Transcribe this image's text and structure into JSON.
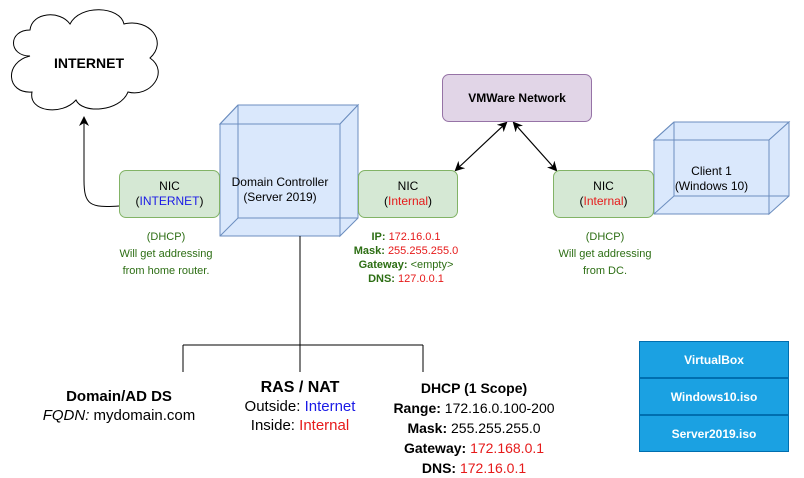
{
  "internet": {
    "label": "INTERNET"
  },
  "vmware": {
    "label": "VMWare Network"
  },
  "domain_controller": {
    "line1": "Domain Controller",
    "line2": "(Server 2019)"
  },
  "client": {
    "line1": "Client 1",
    "line2": "(Windows 10)"
  },
  "nic_internet": {
    "label": "NIC",
    "open": "(",
    "type": "INTERNET",
    "close": ")"
  },
  "nic_dc_internal": {
    "label": "NIC",
    "open": "(",
    "type": "Internal",
    "close": ")"
  },
  "nic_client_internal": {
    "label": "NIC",
    "open": "(",
    "type": "Internal",
    "close": ")"
  },
  "note_internet": {
    "line1": "(DHCP)",
    "line2": "Will get addressing",
    "line3": "from home router."
  },
  "note_client": {
    "line1": "(DHCP)",
    "line2": "Will get addressing",
    "line3": "from DC."
  },
  "dc_ip": {
    "ip_label": "IP:",
    "ip_value": "172.16.0.1",
    "mask_label": "Mask:",
    "mask_value": "255.255.255.0",
    "gateway_label": "Gateway:",
    "gateway_value": "<empty>",
    "dns_label": "DNS:",
    "dns_value": "127.0.0.1"
  },
  "domain_ad": {
    "title": "Domain/AD DS",
    "fqdn_label": "FQDN:",
    "fqdn_value": " mydomain.com"
  },
  "ras_nat": {
    "title": "RAS / NAT",
    "outside_label": "Outside: ",
    "outside_value": "Internet",
    "inside_label": "Inside: ",
    "inside_value": "Internal"
  },
  "dhcp": {
    "title": "DHCP (1 Scope)",
    "range_label": "Range:",
    "range_value": " 172.16.0.100-200",
    "mask_label": "Mask:",
    "mask_value": " 255.255.255.0",
    "gateway_label": "Gateway:",
    "gateway_value": " 172.168.0.1",
    "dns_label": "DNS:",
    "dns_value": " 172.16.0.1"
  },
  "legend": {
    "item1": "VirtualBox",
    "item2": "Windows10.iso",
    "item3": "Server2019.iso"
  },
  "colors": {
    "nic_fill": "#d5e8d4",
    "nic_border": "#82b366",
    "server_fill": "#dae8fc",
    "server_border": "#6c8ebf",
    "network_fill": "#e1d5e7",
    "network_border": "#9673a6",
    "legend_fill": "#1ba1e2",
    "legend_border": "#006eaf",
    "internet_text": "#1a1ae6",
    "internal_text": "#e61a1a",
    "note_text": "#2d6e14"
  }
}
